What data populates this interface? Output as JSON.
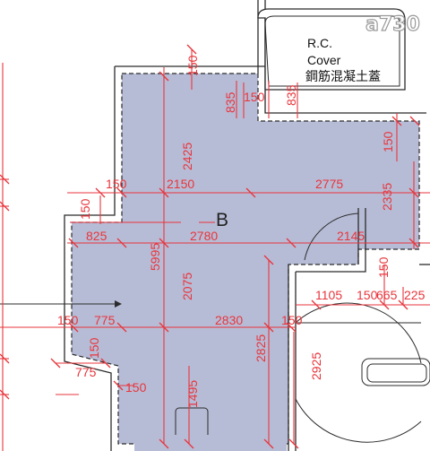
{
  "room_label": "B",
  "watermark": "a730",
  "rc_cover": {
    "line1": "R.C.",
    "line2": "Cover",
    "line3": "鋼筋混凝土蓋"
  },
  "dimensions": {
    "d150_top": "150",
    "d835_a": "835",
    "d150_b": "150",
    "d835_b": "835",
    "d2425": "2425",
    "d150_right": "150",
    "d2335": "2335",
    "d150_left": "150",
    "d150_c": "150",
    "d2150": "2150",
    "d2775": "2775",
    "d825": "825",
    "d2780": "2780",
    "d2145": "2145",
    "d5995": "5995",
    "d2075": "2075",
    "d150_d": "150",
    "d1105": "1105",
    "d150_e": "150",
    "d665": "665",
    "d225": "225",
    "d150_f": "150",
    "d775_a": "775",
    "d2830": "2830",
    "d150_g": "150",
    "d2825": "2825",
    "d2925": "2925",
    "d150_h": "150",
    "d775_b": "775",
    "d150_i": "150",
    "d1495": "1495"
  },
  "colors": {
    "floor": "#b7bcd6",
    "dimension": "#e8353c",
    "wall": "#2b2b2b"
  }
}
